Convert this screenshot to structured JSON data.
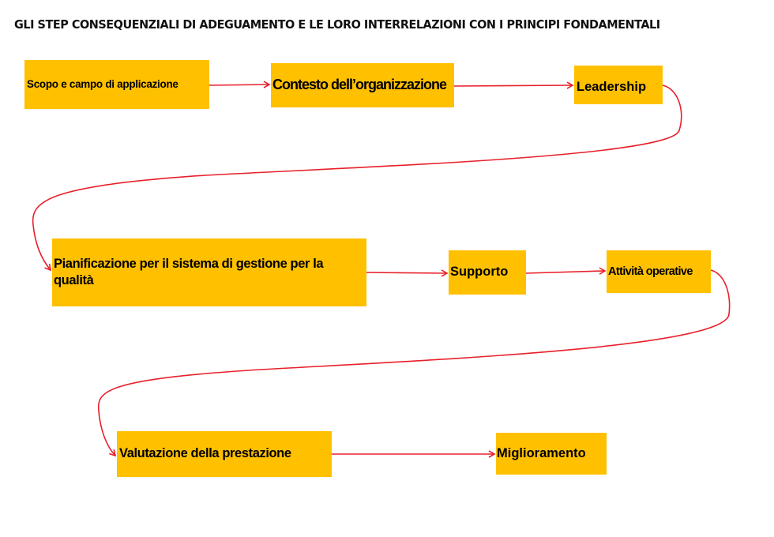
{
  "title": "GLI STEP CONSEQUENZIALI DI ADEGUAMENTO E LE LORO INTERRELAZIONI CON I PRINCIPI FONDAMENTALI",
  "steps": [
    {
      "label": "Scopo e campo di applicazione"
    },
    {
      "label": "Contesto dell’organizzazione"
    },
    {
      "label": "Leadership"
    },
    {
      "label": "Pianificazione per il sistema di gestione per la qualità"
    },
    {
      "label": "Supporto"
    },
    {
      "label": "Attività operative"
    },
    {
      "label": "Valutazione della prestazione"
    },
    {
      "label": "Miglioramento"
    }
  ],
  "colors": {
    "box_fill": "#ffc000",
    "connector": "#e8202a",
    "text": "#000000"
  }
}
